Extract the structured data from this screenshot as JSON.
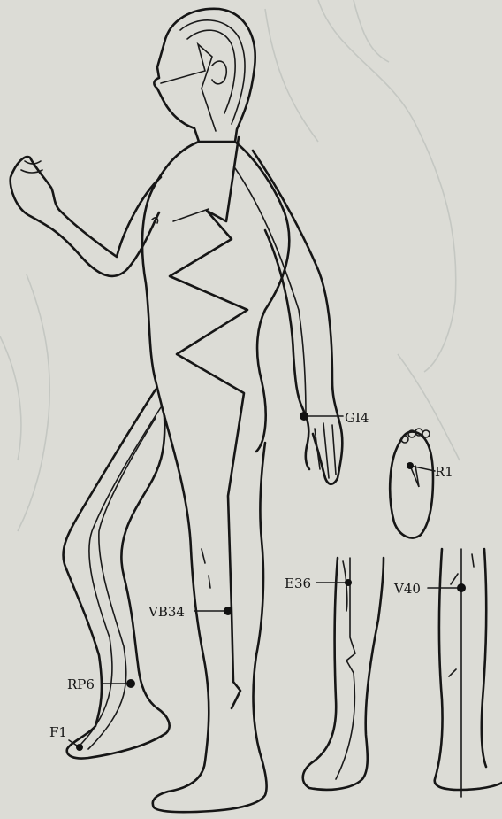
{
  "points": [
    {
      "id": "gi4",
      "label": "GI4"
    },
    {
      "id": "r1",
      "label": "R1"
    },
    {
      "id": "e36",
      "label": "E36"
    },
    {
      "id": "v40",
      "label": "V40"
    },
    {
      "id": "vb34",
      "label": "VB34"
    },
    {
      "id": "rp6",
      "label": "RP6"
    },
    {
      "id": "f1",
      "label": "F1"
    }
  ],
  "colors": {
    "paper": "#dcdcd6",
    "ink": "#161616"
  }
}
